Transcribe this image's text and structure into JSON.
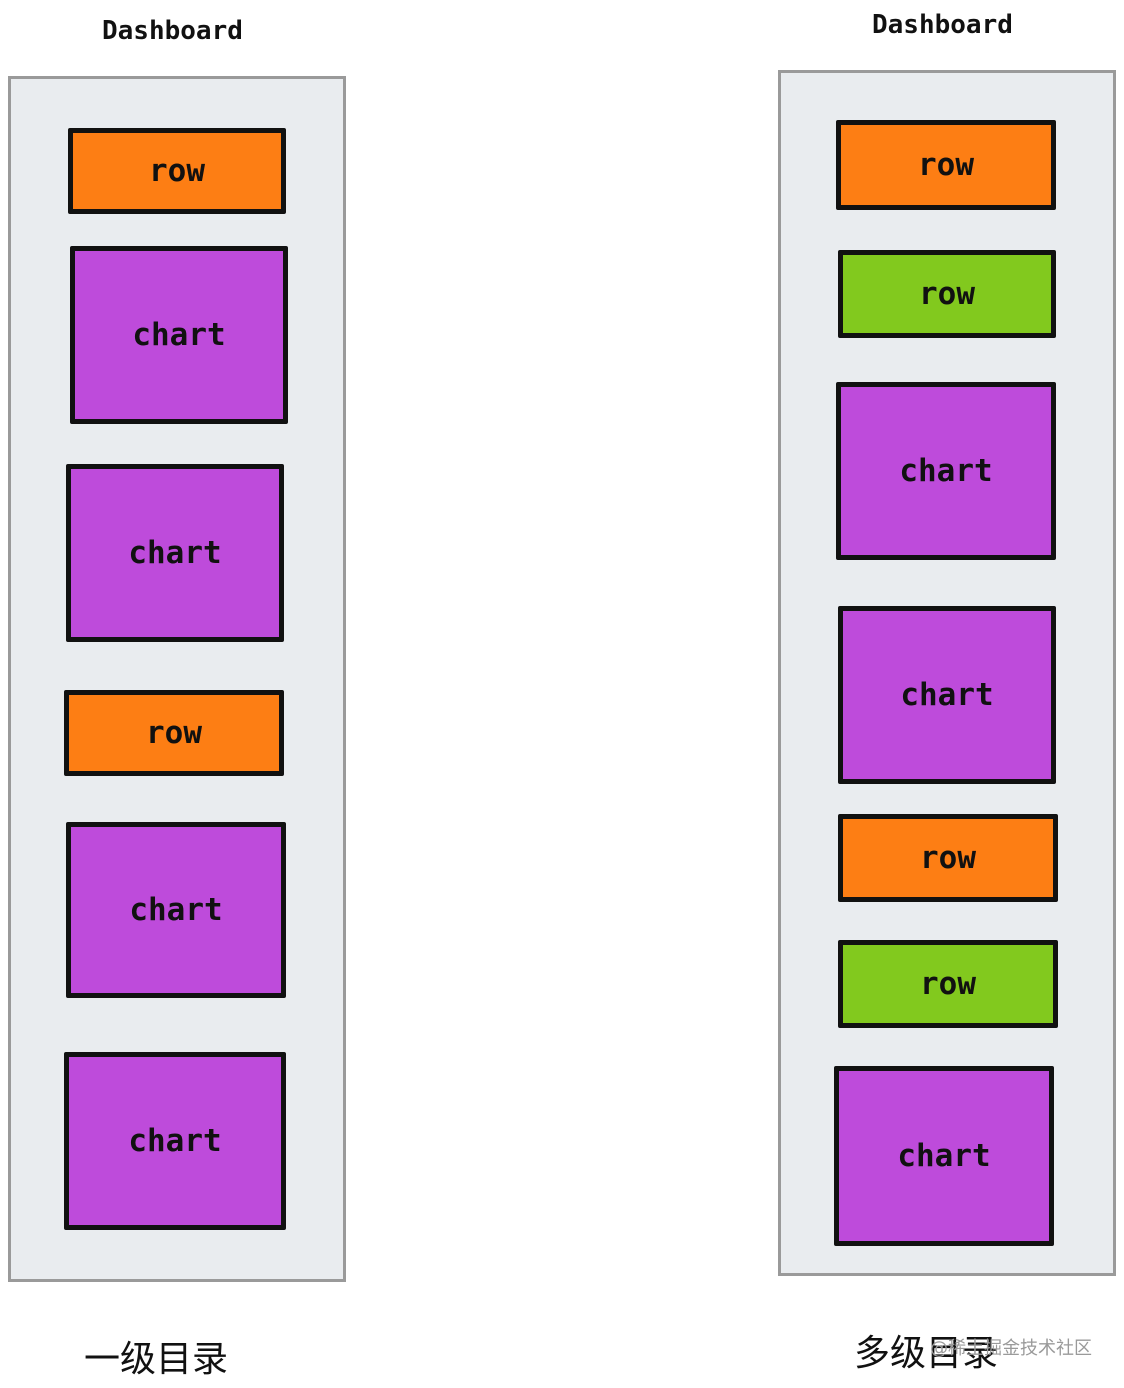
{
  "left": {
    "title": "Dashboard",
    "caption": "一级目录",
    "blocks": [
      {
        "kind": "row",
        "label": "row",
        "color": "#fd7e14"
      },
      {
        "kind": "chart",
        "label": "chart",
        "color": "#be4bdb"
      },
      {
        "kind": "chart",
        "label": "chart",
        "color": "#be4bdb"
      },
      {
        "kind": "row",
        "label": "row",
        "color": "#fd7e14"
      },
      {
        "kind": "chart",
        "label": "chart",
        "color": "#be4bdb"
      },
      {
        "kind": "chart",
        "label": "chart",
        "color": "#be4bdb"
      }
    ]
  },
  "right": {
    "title": "Dashboard",
    "caption": "多级目录",
    "blocks": [
      {
        "kind": "row",
        "label": "row",
        "color": "#fd7e14"
      },
      {
        "kind": "row",
        "label": "row",
        "color": "#82c91e"
      },
      {
        "kind": "chart",
        "label": "chart",
        "color": "#be4bdb"
      },
      {
        "kind": "chart",
        "label": "chart",
        "color": "#be4bdb"
      },
      {
        "kind": "row",
        "label": "row",
        "color": "#fd7e14"
      },
      {
        "kind": "row",
        "label": "row",
        "color": "#82c91e"
      },
      {
        "kind": "chart",
        "label": "chart",
        "color": "#be4bdb"
      }
    ]
  },
  "watermark": "@稀土掘金技术社区",
  "colors": {
    "panel": "#e9ecef",
    "panel_border": "#9a9a9a",
    "outline": "#111111"
  }
}
